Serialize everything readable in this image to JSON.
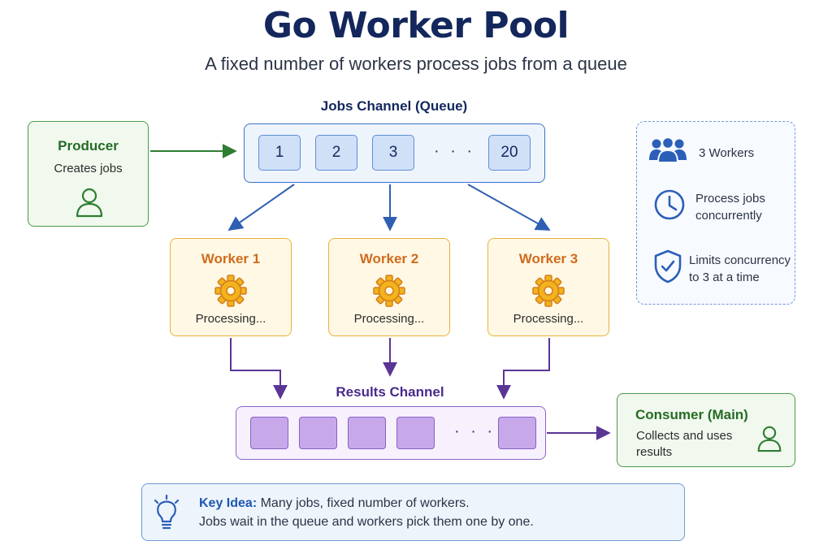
{
  "title": "Go Worker Pool",
  "subtitle": "A fixed number of workers process jobs from a queue",
  "producer": {
    "title": "Producer",
    "subtitle": "Creates jobs",
    "icon": "user-icon"
  },
  "jobs_channel": {
    "label": "Jobs Channel (Queue)",
    "jobs": [
      "1",
      "2",
      "3",
      "20"
    ],
    "ellipsis": "· · ·"
  },
  "workers": [
    {
      "title": "Worker 1",
      "status": "Processing...",
      "icon": "gear-icon"
    },
    {
      "title": "Worker 2",
      "status": "Processing...",
      "icon": "gear-icon"
    },
    {
      "title": "Worker 3",
      "status": "Processing...",
      "icon": "gear-icon"
    }
  ],
  "results_channel": {
    "label": "Results Channel",
    "slots": 5,
    "ellipsis": "· · ·"
  },
  "consumer": {
    "title": "Consumer (Main)",
    "subtitle_line1": "Collects and uses",
    "subtitle_line2": "results",
    "icon": "user-icon"
  },
  "info_panel": {
    "items": [
      {
        "icon": "users-icon",
        "lines": [
          "3 Workers"
        ]
      },
      {
        "icon": "clock-icon",
        "lines": [
          "Process jobs",
          "concurrently"
        ]
      },
      {
        "icon": "shield-check-icon",
        "lines": [
          "Limits concurrency",
          "to 3 at a time"
        ]
      }
    ]
  },
  "key_idea": {
    "icon": "lightbulb-icon",
    "label": "Key Idea:",
    "line1": "Many jobs, fixed number of workers.",
    "line2": "Jobs wait in the queue and workers pick them one by one."
  },
  "colors": {
    "title": "#13275c",
    "producer_consumer": "#256b25",
    "jobs_channel": "#3b74c9",
    "worker": "#d06b1c",
    "results_channel": "#8c66c8",
    "key_idea": "#1d58b0"
  }
}
